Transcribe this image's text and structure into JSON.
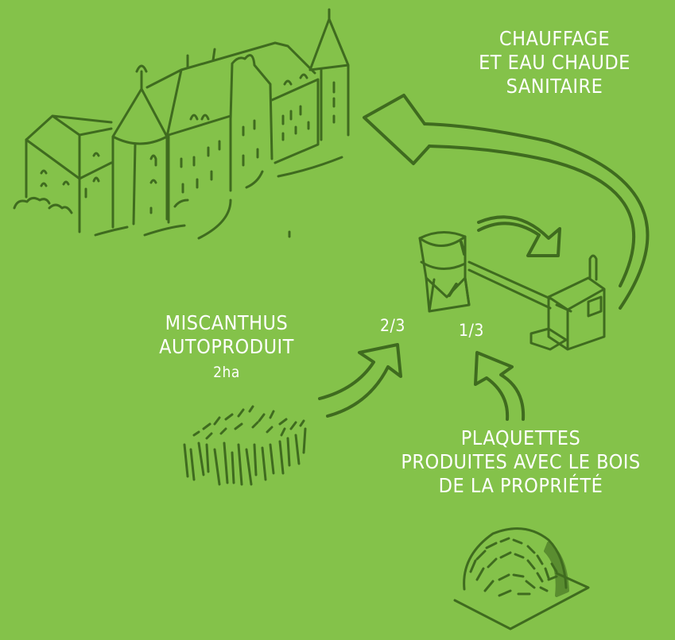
{
  "diagram": {
    "background_color": "#84c24a",
    "line_color": "#3f6b1f",
    "text_color": "#ffffff",
    "labels": {
      "heating": [
        "CHAUFFAGE",
        "ET EAU CHAUDE",
        "SANITAIRE"
      ],
      "miscanthus": {
        "lines": [
          "MISCANTHUS",
          "AUTOPRODUIT"
        ],
        "area": "2ha"
      },
      "fraction_miscanthus": "2/3",
      "fraction_wood": "1/3",
      "wood_chips": [
        "PLAQUETTES",
        "PRODUITES AVEC LE BOIS",
        "DE LA PROPRIÉTÉ"
      ]
    },
    "nodes": [
      {
        "id": "chateau",
        "icon": "chateau-icon"
      },
      {
        "id": "silo",
        "icon": "silo-icon"
      },
      {
        "id": "boiler",
        "icon": "boiler-icon"
      },
      {
        "id": "miscanthus-field",
        "icon": "grass-field-icon"
      },
      {
        "id": "wood-chip-pile",
        "icon": "wood-chip-pile-icon"
      }
    ],
    "edges": [
      {
        "from": "miscanthus-field",
        "to": "silo",
        "label": "2/3"
      },
      {
        "from": "wood-chip-pile",
        "to": "silo",
        "label": "1/3"
      },
      {
        "from": "silo",
        "to": "boiler"
      },
      {
        "from": "boiler",
        "to": "chateau",
        "label": "CHAUFFAGE ET EAU CHAUDE SANITAIRE"
      }
    ]
  }
}
